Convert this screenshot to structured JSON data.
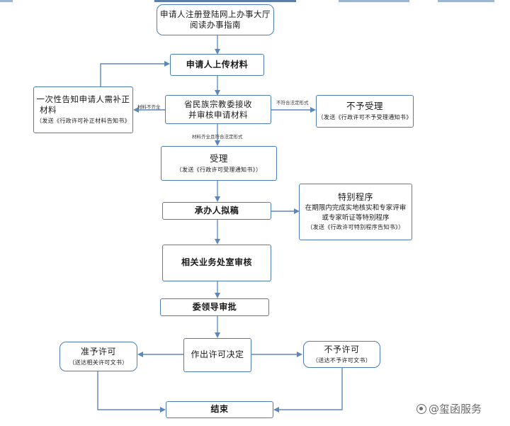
{
  "boxes": {
    "guide": {
      "line1": "申请人注册登陆网上办事大厅",
      "line2": "阅读办事指南"
    },
    "upload": {
      "title": "申请人上传材料"
    },
    "notify": {
      "title_line1": "一次性告知申请人需补正",
      "title_line2": "材料",
      "sub": "（发送《行政许可补正材料告知书》"
    },
    "review": {
      "line1": "省民族宗教委接收",
      "line2": "并审核申请材料"
    },
    "reject": {
      "title": "不予受理",
      "sub": "（发送《行政许可不予受理通知书》"
    },
    "accept": {
      "title": "受理",
      "sub": "（发送《行政许可受理通知书》）"
    },
    "draft": {
      "title": "承办人拟稿"
    },
    "special": {
      "title": "特别程序",
      "line1": "在期限内完成实地核实和专家评审",
      "line2": "或专家听证等特别程序",
      "sub": "（发送《行政许可特别程序告知书》）"
    },
    "dept": {
      "title": "相关业务处室审核"
    },
    "leader": {
      "title": "委领导审批"
    },
    "decision": {
      "title": "作出许可决定"
    },
    "approve": {
      "title": "准予许可",
      "sub": "（送达相关许可文书）"
    },
    "deny": {
      "title": "不予许可",
      "sub": "（送达不予许可文书）"
    },
    "end": {
      "title": "结束"
    }
  },
  "labels": {
    "incomplete": "材料不齐全",
    "invalid_form": "不符合法定形式",
    "complete": "材料齐全且符合法定形式"
  },
  "watermark": {
    "text": "@玺函服务"
  },
  "colors": {
    "line": "#4f7db6",
    "arrow": "#8fb3d9"
  }
}
